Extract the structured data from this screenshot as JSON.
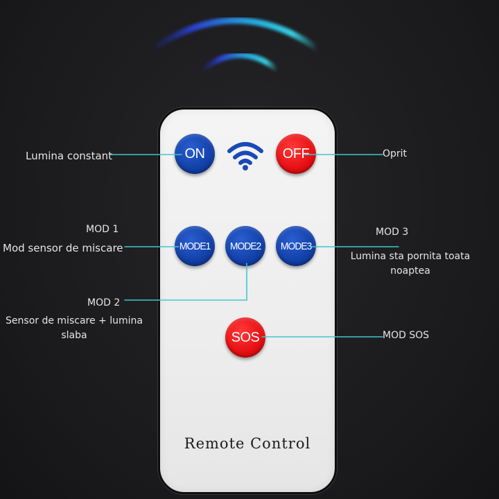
{
  "remote": {
    "label": "Remote Control",
    "buttons": {
      "on": "ON",
      "off": "OFF",
      "mode1": "MODE1",
      "mode2": "MODE2",
      "mode3": "MODE3",
      "sos": "SOS"
    }
  },
  "annotations": {
    "on": "Lumina constant",
    "off": "Oprit",
    "mode1_title": "MOD 1",
    "mode1_desc": "Mod sensor de miscare",
    "mode2_title": "MOD 2",
    "mode2_desc_line1": "Sensor de miscare + lumina",
    "mode2_desc_line2": "slaba",
    "mode3_title": "MOD 3",
    "mode3_desc_line1": "Lumina sta pornita toata",
    "mode3_desc_line2": "noaptea",
    "sos": "MOD SOS"
  },
  "icons": {
    "signal": "wifi-signal-icon",
    "arcs": "infrared-signal-icon"
  },
  "colors": {
    "blue_button": "#1240a8",
    "red_button": "#e60f12",
    "leader_line": "#3fc7d0",
    "background": "#1c1c1e"
  }
}
